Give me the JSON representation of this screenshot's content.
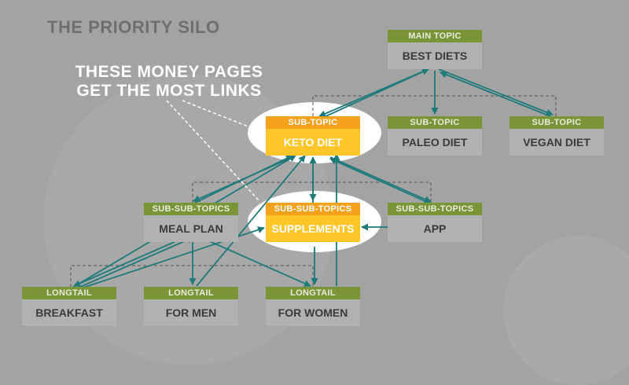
{
  "title": "THE PRIORITY SILO",
  "callout": {
    "line1": "THESE MONEY PAGES",
    "line2": "GET THE MOST LINKS"
  },
  "nodes": {
    "best_diets": {
      "header": "MAIN TOPIC",
      "label": "BEST DIETS"
    },
    "keto": {
      "header": "SUB-TOPIC",
      "label": "KETO DIET"
    },
    "paleo": {
      "header": "SUB-TOPIC",
      "label": "PALEO DIET"
    },
    "vegan": {
      "header": "SUB-TOPIC",
      "label": "VEGAN DIET"
    },
    "meal_plan": {
      "header": "SUB-SUB-TOPICS",
      "label": "MEAL PLAN"
    },
    "supplements": {
      "header": "SUB-SUB-TOPICS",
      "label": "SUPPLEMENTS"
    },
    "app": {
      "header": "SUB-SUB-TOPICS",
      "label": "APP"
    },
    "breakfast": {
      "header": "LONGTAIL",
      "label": "BREAKFAST"
    },
    "for_men": {
      "header": "LONGTAIL",
      "label": "FOR MEN"
    },
    "for_women": {
      "header": "LONGTAIL",
      "label": "FOR WOMEN"
    }
  },
  "colors": {
    "background": "#a3a3a3",
    "header_green": "#7a9438",
    "node_body": "#b1b1b1",
    "money_header": "#f4a21c",
    "money_body": "#ffc629",
    "arrow": "#1f7a7a",
    "callout_text": "#ffffff"
  }
}
